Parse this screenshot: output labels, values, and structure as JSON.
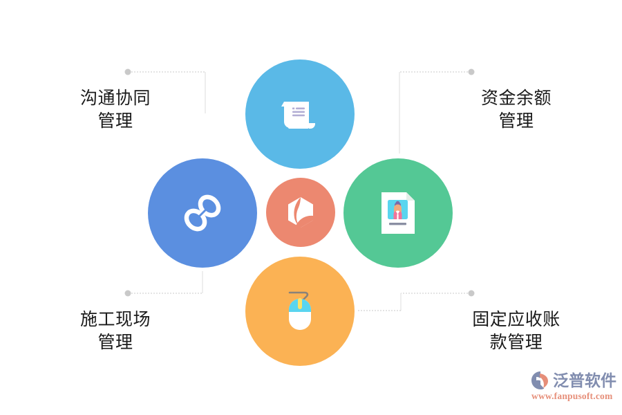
{
  "diagram": {
    "type": "radial-hub-diagram",
    "background_color": "#ffffff",
    "connector_color": "#c9c9c9",
    "labels": [
      {
        "id": "top-left",
        "text": "沟通协同\n管理",
        "position": "top-left"
      },
      {
        "id": "top-right",
        "text": "资金余额\n管理",
        "position": "top-right"
      },
      {
        "id": "bottom-left",
        "text": "施工现场\n管理",
        "position": "bottom-left"
      },
      {
        "id": "bottom-right",
        "text": "固定应收账\n款管理",
        "position": "bottom-right"
      }
    ],
    "nodes": [
      {
        "id": "top",
        "icon": "scroll-document-icon",
        "color": "#5ab9e7",
        "size": 158
      },
      {
        "id": "left",
        "icon": "chain-link-icon",
        "color": "#5b8fe0",
        "size": 158
      },
      {
        "id": "center",
        "icon": "hexagon-leaf-icon",
        "color": "#ec8870",
        "size": 100
      },
      {
        "id": "right",
        "icon": "id-card-person-icon",
        "color": "#54c895",
        "size": 158
      },
      {
        "id": "bottom",
        "icon": "computer-mouse-icon",
        "color": "#fbb254",
        "size": 158
      }
    ]
  },
  "watermark": {
    "brand": "泛普软件",
    "url": "www.fanpusoft.com",
    "brand_color": "#7b87ab",
    "url_color": "#e58972",
    "logo_icon": "fanpu-logo-icon"
  }
}
